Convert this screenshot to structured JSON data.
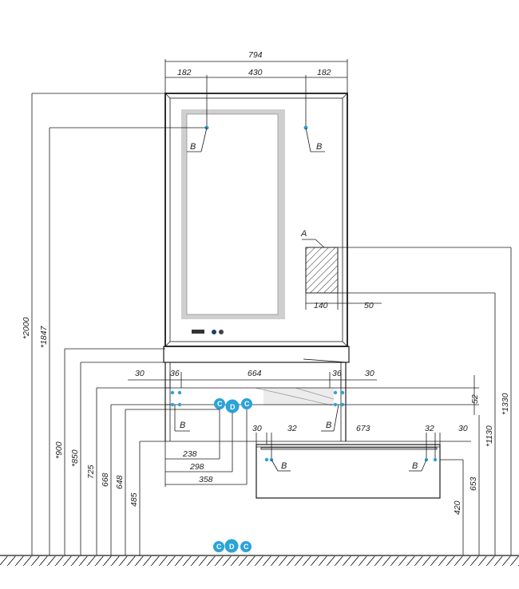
{
  "colors": {
    "accent": "#2aa3d8",
    "line": "#1a1a1a",
    "mirror_glow": "#c8c8c8",
    "badge_text": "#ffffff"
  },
  "top_dims": {
    "total": "794",
    "left": "182",
    "middle": "430",
    "right": "182"
  },
  "vertical_dims": {
    "h2000": "*2000",
    "h1847": "*1847",
    "h900": "*900",
    "h850": "*850",
    "h725": "725",
    "h668": "668",
    "h648": "648",
    "h485": "485",
    "h1330": "*1330",
    "h1130": "*1130",
    "h653": "653",
    "h420": "420",
    "h52": "52"
  },
  "shelf_dims": {
    "a": "30",
    "b": "36",
    "c": "664",
    "d": "36",
    "e": "30"
  },
  "drawer_dims": {
    "a": "30",
    "b": "32",
    "c": "673",
    "d": "32",
    "e": "30"
  },
  "horizontal_dims": {
    "d238": "238",
    "d298": "298",
    "d358": "358",
    "d140": "140",
    "d50": "50"
  },
  "labels": {
    "point_b": "B",
    "point_a": "A"
  },
  "badges": {
    "c": "C",
    "d": "D"
  }
}
